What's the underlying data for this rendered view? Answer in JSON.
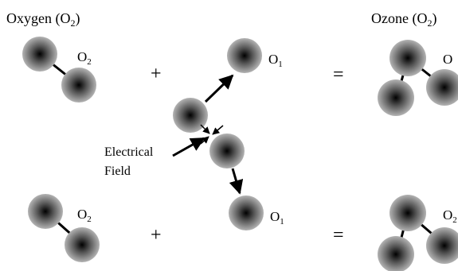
{
  "titles": {
    "left": {
      "main": "Oxygen (O",
      "sub": "2",
      "close": ")"
    },
    "right": {
      "main": "Ozone (O",
      "sub": "2",
      "close": ")"
    }
  },
  "labels": {
    "o2": {
      "main": "O",
      "sub": "2"
    },
    "o1": {
      "main": "O",
      "sub": "1"
    },
    "ozone_top_cut": "O",
    "ozone_bottom_cut": {
      "main": "O",
      "sub": "2"
    },
    "plus": "+",
    "equals": "=",
    "electrical_field": [
      "Electrical",
      "Field"
    ]
  },
  "colors": {
    "atom_center": "#000000",
    "atom_edge": "#b3b3b3",
    "line": "#000000",
    "background": "#ffffff"
  }
}
